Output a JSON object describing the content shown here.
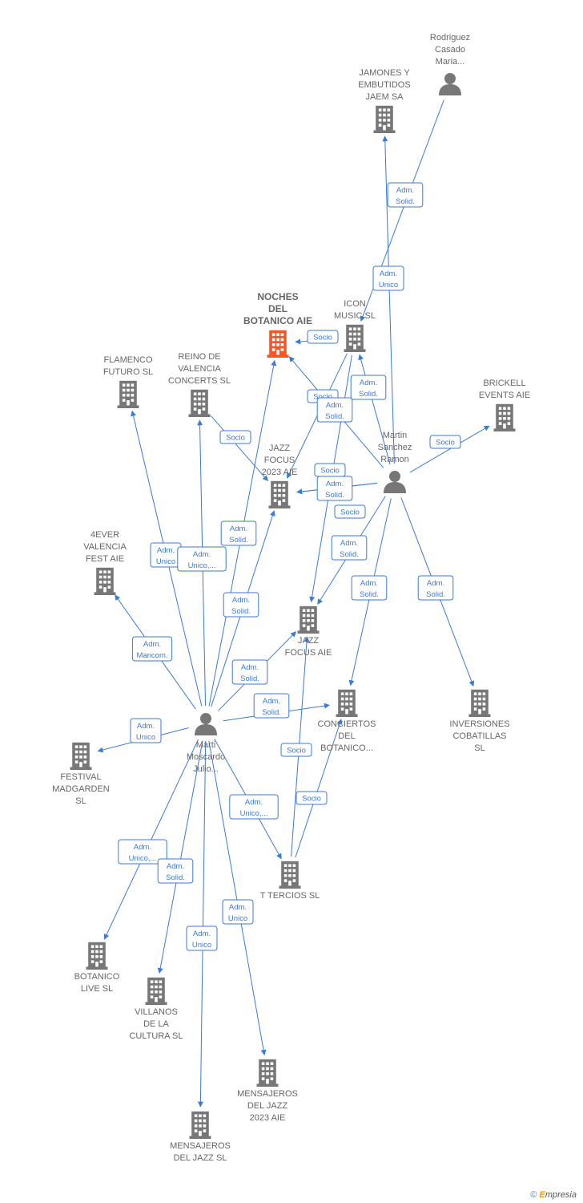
{
  "colors": {
    "edge": "#3a7bd5",
    "node": "#777777",
    "main_node": "#f0582a",
    "label": "#666666"
  },
  "nodes": [
    {
      "id": "noches",
      "type": "company",
      "main": true,
      "lines": [
        "NOCHES",
        "DEL",
        "BOTANICO AIE"
      ]
    },
    {
      "id": "rodriguez",
      "type": "person",
      "lines": [
        "Rodriguez",
        "Casado",
        "Maria..."
      ]
    },
    {
      "id": "jamones",
      "type": "company",
      "lines": [
        "JAMONES Y",
        "EMBUTIDOS",
        "JAEM SA"
      ]
    },
    {
      "id": "icon",
      "type": "company",
      "lines": [
        "ICON",
        "MUSIC  SL"
      ]
    },
    {
      "id": "flamenco",
      "type": "company",
      "lines": [
        "FLAMENCO",
        "FUTURO SL"
      ]
    },
    {
      "id": "reino",
      "type": "company",
      "lines": [
        "REINO DE",
        "VALENCIA",
        "CONCERTS  SL"
      ]
    },
    {
      "id": "brickell",
      "type": "company",
      "lines": [
        "BRICKELL",
        "EVENTS AIE"
      ]
    },
    {
      "id": "martin",
      "type": "person",
      "lines": [
        "Martin",
        "Sanchez",
        "Ramon"
      ]
    },
    {
      "id": "jazzfocus2023",
      "type": "company",
      "lines": [
        "JAZZ",
        "FOCUS",
        "2023 AIE"
      ]
    },
    {
      "id": "4ever",
      "type": "company",
      "lines": [
        "4EVER",
        "VALENCIA",
        "FEST  AIE"
      ]
    },
    {
      "id": "jazzfocus",
      "type": "company",
      "lines": [
        "JAZZ",
        "FOCUS AIE"
      ]
    },
    {
      "id": "conciertos",
      "type": "company",
      "lines": [
        "CONCIERTOS",
        "DEL",
        "BOTANICO..."
      ]
    },
    {
      "id": "inversiones",
      "type": "company",
      "lines": [
        "INVERSIONES",
        "COBATILLAS",
        "SL"
      ]
    },
    {
      "id": "marti",
      "type": "person",
      "lines": [
        "Marti",
        "Moscardo",
        "Julio..."
      ]
    },
    {
      "id": "festival",
      "type": "company",
      "lines": [
        "FESTIVAL",
        "MADGARDEN",
        "SL"
      ]
    },
    {
      "id": "ttercios",
      "type": "company",
      "lines": [
        "T TERCIOS SL"
      ]
    },
    {
      "id": "botanicolive",
      "type": "company",
      "lines": [
        "BOTANICO",
        "LIVE  SL"
      ]
    },
    {
      "id": "villanos",
      "type": "company",
      "lines": [
        "VILLANOS",
        "DE LA",
        "CULTURA  SL"
      ]
    },
    {
      "id": "mensajeros2023",
      "type": "company",
      "lines": [
        "MENSAJEROS",
        "DEL JAZZ",
        "2023  AIE"
      ]
    },
    {
      "id": "mensajeros",
      "type": "company",
      "lines": [
        "MENSAJEROS",
        "DEL JAZZ SL"
      ]
    }
  ],
  "edges": [
    {
      "from": "martin",
      "to": "jamones",
      "lines": [
        "Adm.",
        "Solid."
      ]
    },
    {
      "from": "rodriguez",
      "to": "icon",
      "lines": [
        "Adm.",
        "Unico"
      ]
    },
    {
      "from": "icon",
      "to": "noches",
      "lines": [
        "Socio"
      ]
    },
    {
      "from": "martin",
      "to": "icon",
      "lines": [
        "Adm.",
        "Solid."
      ]
    },
    {
      "from": "martin",
      "to": "brickell",
      "lines": [
        "Socio"
      ]
    },
    {
      "from": "reino",
      "to": "jazzfocus2023",
      "lines": [
        "Socio"
      ]
    },
    {
      "from": "icon",
      "to": "jazzfocus2023",
      "lines": [
        "Socio"
      ]
    },
    {
      "from": "martin",
      "to": "noches",
      "lines": [
        "Adm.",
        "Solid."
      ]
    },
    {
      "from": "martin",
      "to": "jazzfocus2023",
      "lines": [
        "Socio"
      ]
    },
    {
      "from": "martin",
      "to": "jazzfocus2023",
      "lines": [
        "Adm.",
        "Solid."
      ]
    },
    {
      "from": "icon",
      "to": "jazzfocus",
      "lines": [
        "Socio"
      ]
    },
    {
      "from": "martin",
      "to": "jazzfocus",
      "lines": [
        "Adm.",
        "Solid."
      ]
    },
    {
      "from": "martin",
      "to": "conciertos",
      "lines": [
        "Adm.",
        "Solid."
      ]
    },
    {
      "from": "martin",
      "to": "inversiones",
      "lines": [
        "Adm.",
        "Solid."
      ]
    },
    {
      "from": "marti",
      "to": "flamenco",
      "lines": [
        "Adm.",
        "Unico"
      ]
    },
    {
      "from": "marti",
      "to": "reino",
      "lines": [
        "Adm.",
        "Unico,..."
      ]
    },
    {
      "from": "marti",
      "to": "noches",
      "lines": [
        "Adm.",
        "Solid."
      ]
    },
    {
      "from": "marti",
      "to": "jazzfocus2023",
      "lines": [
        "Adm.",
        "Solid."
      ]
    },
    {
      "from": "marti",
      "to": "4ever",
      "lines": [
        "Adm.",
        "Mancom."
      ]
    },
    {
      "from": "marti",
      "to": "jazzfocus",
      "lines": [
        "Adm.",
        "Solid."
      ]
    },
    {
      "from": "marti",
      "to": "conciertos",
      "lines": [
        "Adm.",
        "Solid."
      ]
    },
    {
      "from": "marti",
      "to": "festival",
      "lines": [
        "Adm.",
        "Unico"
      ]
    },
    {
      "from": "ttercios",
      "to": "jazzfocus",
      "lines": [
        "Socio"
      ]
    },
    {
      "from": "ttercios",
      "to": "conciertos",
      "lines": [
        "Socio"
      ]
    },
    {
      "from": "marti",
      "to": "ttercios",
      "lines": [
        "Adm.",
        "Unico,..."
      ]
    },
    {
      "from": "marti",
      "to": "botanicolive",
      "lines": [
        "Adm.",
        "Unico,..."
      ]
    },
    {
      "from": "marti",
      "to": "villanos",
      "lines": [
        "Adm.",
        "Solid."
      ]
    },
    {
      "from": "marti",
      "to": "mensajeros2023",
      "lines": [
        "Adm.",
        "Unico"
      ]
    },
    {
      "from": "marti",
      "to": "mensajeros",
      "lines": [
        "Adm.",
        "Unico"
      ]
    }
  ],
  "footer": {
    "copyright": "©",
    "brand_first": "E",
    "brand_rest": "mpresia"
  }
}
